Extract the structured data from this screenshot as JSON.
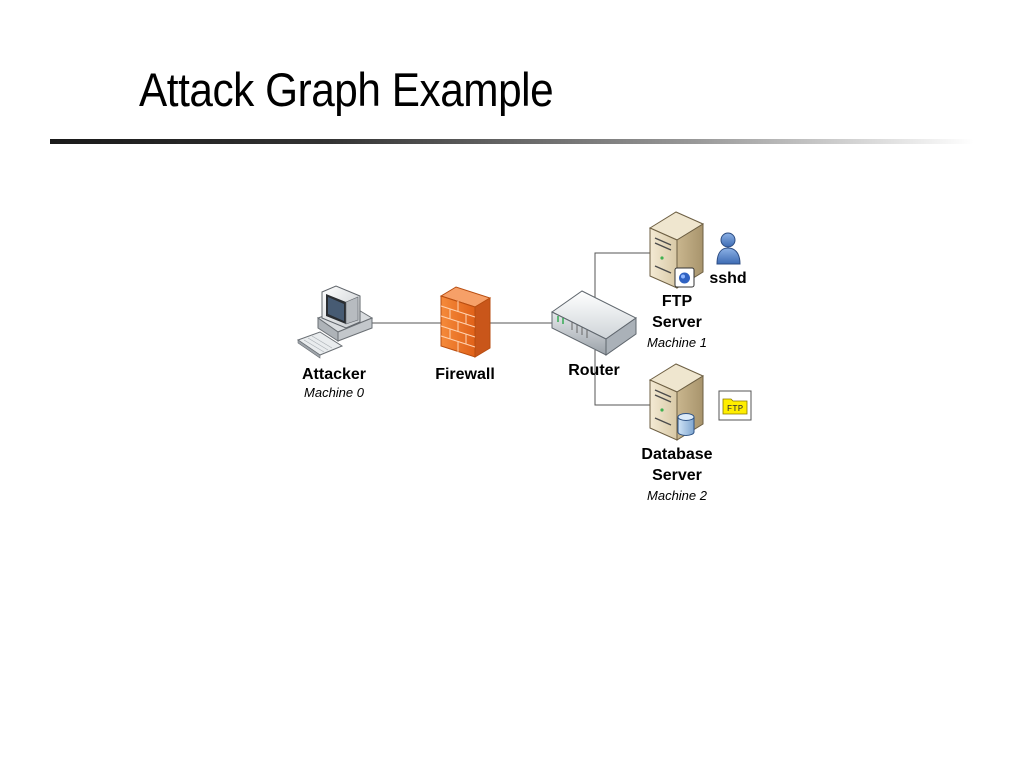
{
  "slide": {
    "title": "Attack Graph Example"
  },
  "nodes": {
    "attacker": {
      "label": "Attacker",
      "machine": "Machine 0"
    },
    "firewall": {
      "label": "Firewall"
    },
    "router": {
      "label": "Router"
    },
    "ftp_server": {
      "label_line1": "FTP",
      "label_line2": "Server",
      "machine": "Machine 1",
      "service": "sshd"
    },
    "database_server": {
      "label_line1": "Database",
      "label_line2": "Server",
      "machine": "Machine 2",
      "service_tag": "FTP"
    }
  },
  "colors": {
    "firewall": "#f07a2a",
    "server_body": "#e8dcc0",
    "user_icon": "#5b85c6",
    "ftp_tag": "#ffee00",
    "link_line": "#555555"
  },
  "icons": {
    "attacker": "desktop-computer-icon",
    "firewall": "brick-firewall-icon",
    "router": "router-icon",
    "ftp_server": "tower-server-icon",
    "database_server": "database-server-icon",
    "sshd": "user-icon",
    "ftp_service": "ftp-folder-icon"
  }
}
